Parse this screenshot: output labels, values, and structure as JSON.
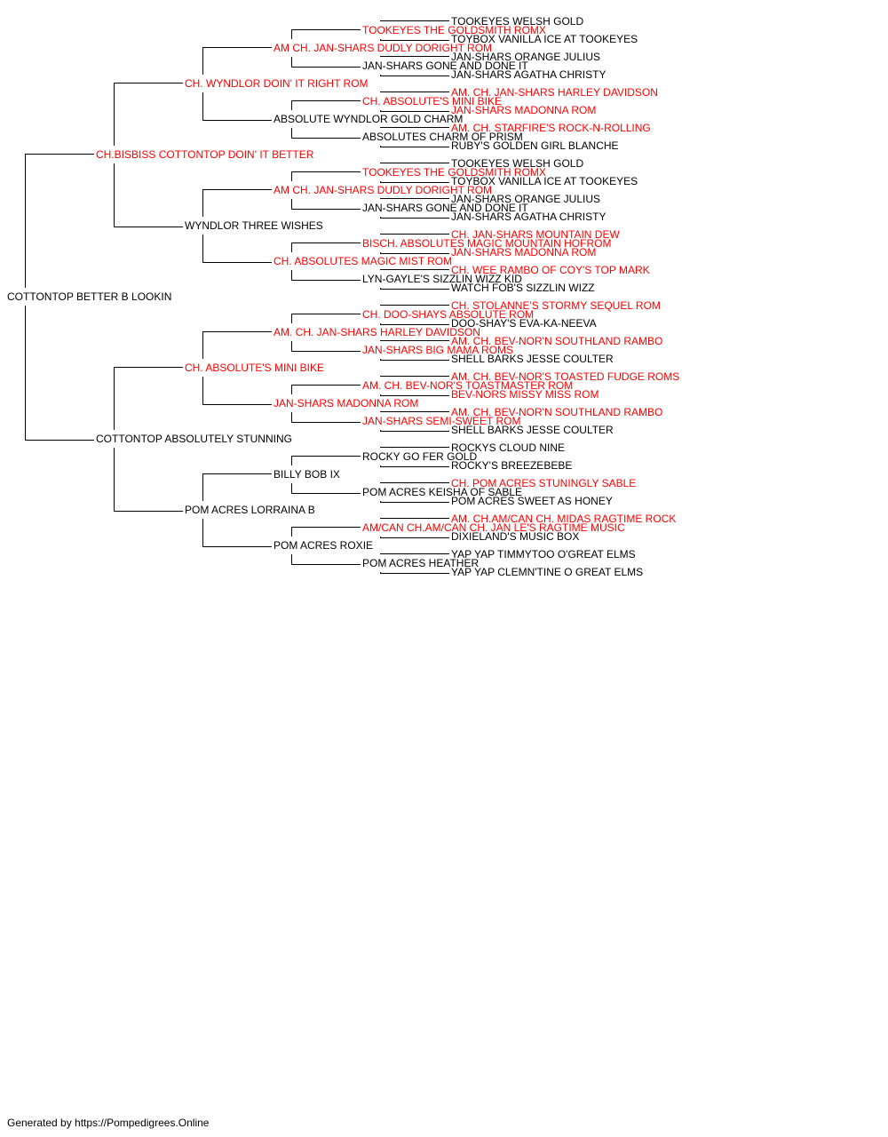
{
  "colors": {
    "champion": "#ff0000",
    "normal": "#000000",
    "line": "#000000",
    "background": "#ffffff"
  },
  "pedigree": {
    "name": "COTTONTOP BETTER B LOOKIN",
    "champion": false,
    "sire": {
      "name": "CH.BISBISS COTTONTOP DOIN' IT BETTER",
      "champion": true,
      "sire": {
        "name": "CH. WYNDLOR DOIN' IT RIGHT ROM",
        "champion": true,
        "sire": {
          "name": "AM CH. JAN-SHARS DUDLY DORIGHT ROM",
          "champion": true,
          "sire": {
            "name": "TOOKEYES THE GOLDSMITH ROMX",
            "champion": true,
            "sire": {
              "name": "TOOKEYES WELSH GOLD",
              "champion": false
            },
            "dam": {
              "name": "TOYBOX VANILLA ICE AT TOOKEYES",
              "champion": false
            }
          },
          "dam": {
            "name": "JAN-SHARS GONE AND DONE IT",
            "champion": false,
            "sire": {
              "name": "JAN-SHARS ORANGE JULIUS",
              "champion": false
            },
            "dam": {
              "name": "JAN-SHARS AGATHA CHRISTY",
              "champion": false
            }
          }
        },
        "dam": {
          "name": "ABSOLUTE WYNDLOR GOLD CHARM",
          "champion": false,
          "sire": {
            "name": "CH. ABSOLUTE'S MINI BIKE",
            "champion": true,
            "sire": {
              "name": "AM. CH. JAN-SHARS HARLEY DAVIDSON",
              "champion": true
            },
            "dam": {
              "name": "JAN-SHARS MADONNA ROM",
              "champion": true
            }
          },
          "dam": {
            "name": "ABSOLUTES CHARM OF PRISM",
            "champion": false,
            "sire": {
              "name": "AM. CH. STARFIRE'S ROCK-N-ROLLING",
              "champion": true
            },
            "dam": {
              "name": "RUBY'S GOLDEN GIRL BLANCHE",
              "champion": false
            }
          }
        }
      },
      "dam": {
        "name": "WYNDLOR THREE WISHES",
        "champion": false,
        "sire": {
          "name": "AM CH. JAN-SHARS DUDLY DORIGHT ROM",
          "champion": true,
          "sire": {
            "name": "TOOKEYES THE GOLDSMITH ROMX",
            "champion": true,
            "sire": {
              "name": "TOOKEYES WELSH GOLD",
              "champion": false
            },
            "dam": {
              "name": "TOYBOX VANILLA ICE AT TOOKEYES",
              "champion": false
            }
          },
          "dam": {
            "name": "JAN-SHARS GONE AND DONE IT",
            "champion": false,
            "sire": {
              "name": "JAN-SHARS ORANGE JULIUS",
              "champion": false
            },
            "dam": {
              "name": "JAN-SHARS AGATHA CHRISTY",
              "champion": false
            }
          }
        },
        "dam": {
          "name": "CH. ABSOLUTES MAGIC MIST ROM",
          "champion": true,
          "sire": {
            "name": "BISCH. ABSOLUTES MAGIC MOUNTAIN HOFROM",
            "champion": true,
            "sire": {
              "name": "CH. JAN-SHARS MOUNTAIN DEW",
              "champion": true
            },
            "dam": {
              "name": "JAN-SHARS MADONNA ROM",
              "champion": true
            }
          },
          "dam": {
            "name": "LYN-GAYLE'S SIZZLIN WIZZ KID",
            "champion": false,
            "sire": {
              "name": "CH. WEE RAMBO OF COY'S TOP MARK",
              "champion": true
            },
            "dam": {
              "name": "WATCH FOB'S SIZZLIN WIZZ",
              "champion": false
            }
          }
        }
      }
    },
    "dam": {
      "name": "COTTONTOP ABSOLUTELY STUNNING",
      "champion": false,
      "sire": {
        "name": "CH. ABSOLUTE'S MINI BIKE",
        "champion": true,
        "sire": {
          "name": "AM. CH. JAN-SHARS HARLEY DAVIDSON",
          "champion": true,
          "sire": {
            "name": "CH. DOO-SHAYS ABSOLUTE ROM",
            "champion": true,
            "sire": {
              "name": "CH. STOLANNE'S STORMY SEQUEL ROM",
              "champion": true
            },
            "dam": {
              "name": "DOO-SHAY'S EVA-KA-NEEVA",
              "champion": false
            }
          },
          "dam": {
            "name": "JAN-SHARS BIG MAMA ROMS",
            "champion": true,
            "sire": {
              "name": "AM. CH. BEV-NOR'N SOUTHLAND RAMBO",
              "champion": true
            },
            "dam": {
              "name": "SHELL BARKS JESSE COULTER",
              "champion": false
            }
          }
        },
        "dam": {
          "name": "JAN-SHARS MADONNA ROM",
          "champion": true,
          "sire": {
            "name": "AM. CH. BEV-NOR'S TOASTMASTER ROM",
            "champion": true,
            "sire": {
              "name": "AM. CH. BEV-NOR'S TOASTED FUDGE ROMS",
              "champion": true
            },
            "dam": {
              "name": "BEV-NORS MISSY MISS ROM",
              "champion": true
            }
          },
          "dam": {
            "name": "JAN-SHARS SEMI-SWEET ROM",
            "champion": true,
            "sire": {
              "name": "AM. CH. BEV-NOR'N SOUTHLAND RAMBO",
              "champion": true
            },
            "dam": {
              "name": "SHELL BARKS JESSE COULTER",
              "champion": false
            }
          }
        }
      },
      "dam": {
        "name": "POM ACRES LORRAINA B",
        "champion": false,
        "sire": {
          "name": "BILLY BOB IX",
          "champion": false,
          "sire": {
            "name": "ROCKY GO FER GOLD",
            "champion": false,
            "sire": {
              "name": "ROCKYS CLOUD NINE",
              "champion": false
            },
            "dam": {
              "name": "ROCKY'S BREEZEBEBE",
              "champion": false
            }
          },
          "dam": {
            "name": "POM ACRES KEISHA OF SABLE",
            "champion": false,
            "sire": {
              "name": "CH. POM ACRES STUNINGLY SABLE",
              "champion": true
            },
            "dam": {
              "name": "POM ACRES SWEET AS HONEY",
              "champion": false
            }
          }
        },
        "dam": {
          "name": "POM ACRES ROXIE",
          "champion": false,
          "sire": {
            "name": "AM/CAN CH.AM/CAN CH. JAN LE'S RAGTIME MUSIC",
            "champion": true,
            "sire": {
              "name": "AM. CH.AM/CAN CH. MIDAS RAGTIME ROCK",
              "champion": true
            },
            "dam": {
              "name": "DIXIELAND'S MUSIC BOX",
              "champion": false
            }
          },
          "dam": {
            "name": "POM ACRES HEATHER",
            "champion": false,
            "sire": {
              "name": "YAP YAP TIMMYTOO O'GREAT ELMS",
              "champion": false
            },
            "dam": {
              "name": "YAP YAP CLEMN'TINE O GREAT ELMS",
              "champion": false
            }
          }
        }
      }
    }
  },
  "footer": {
    "text": "Generated by https://Pompedigrees.Online"
  }
}
